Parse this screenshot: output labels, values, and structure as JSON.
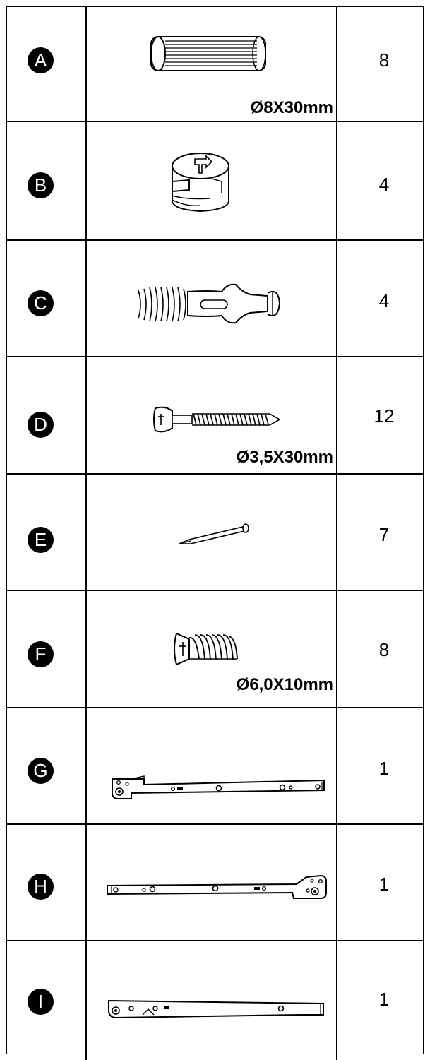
{
  "rows": [
    {
      "letter": "A",
      "part_icon": "wooden-dowel-icon",
      "dimension": "Ø8X30mm",
      "quantity": "8"
    },
    {
      "letter": "B",
      "part_icon": "cam-lock-icon",
      "dimension": "",
      "quantity": "4"
    },
    {
      "letter": "C",
      "part_icon": "cam-bolt-icon",
      "dimension": "",
      "quantity": "4"
    },
    {
      "letter": "D",
      "part_icon": "wood-screw-icon",
      "dimension": "Ø3,5X30mm",
      "quantity": "12"
    },
    {
      "letter": "E",
      "part_icon": "nail-icon",
      "dimension": "",
      "quantity": "7"
    },
    {
      "letter": "F",
      "part_icon": "euro-screw-icon",
      "dimension": "Ø6,0X10mm",
      "quantity": "8"
    },
    {
      "letter": "G",
      "part_icon": "drawer-runner-left-icon",
      "dimension": "",
      "quantity": "1"
    },
    {
      "letter": "H",
      "part_icon": "drawer-runner-right-icon",
      "dimension": "",
      "quantity": "1"
    },
    {
      "letter": "I",
      "part_icon": "drawer-rail-icon",
      "dimension": "",
      "quantity": "1"
    }
  ]
}
